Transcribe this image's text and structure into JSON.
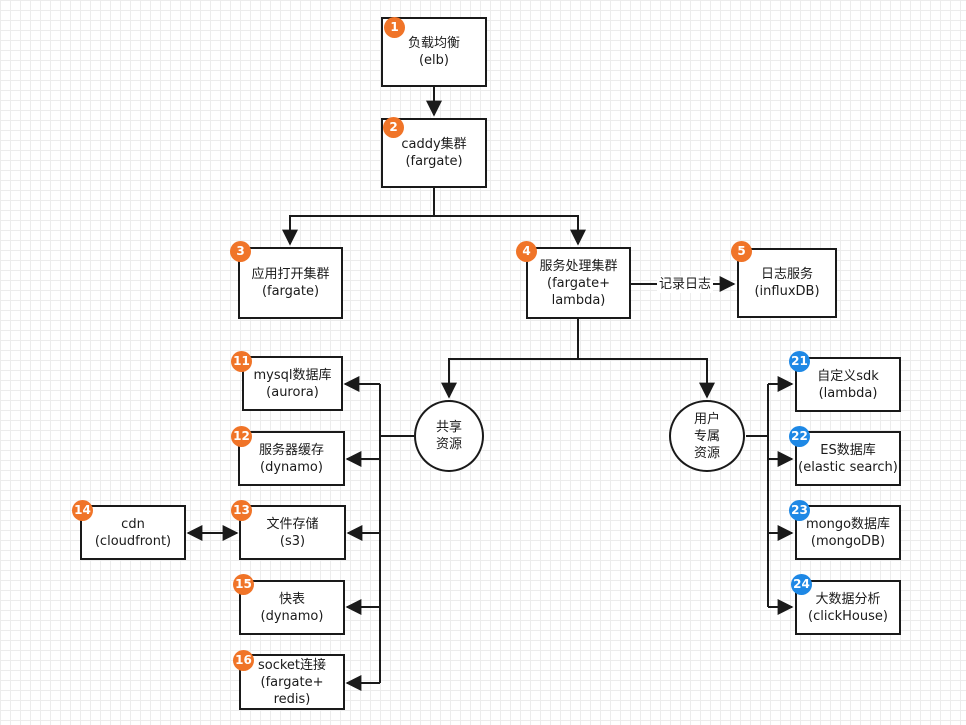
{
  "colors": {
    "badge_orange": "#f07428",
    "badge_blue": "#1e88e5",
    "stroke": "#1a1a1a"
  },
  "nodes": {
    "elb": {
      "badge": "1",
      "line1": "负载均衡",
      "line2": "(elb)"
    },
    "caddy": {
      "badge": "2",
      "line1": "caddy集群",
      "line2": "(fargate)"
    },
    "app_open": {
      "badge": "3",
      "line1": "应用打开集群",
      "line2": "(fargate)"
    },
    "service": {
      "badge": "4",
      "line1": "服务处理集群",
      "line2": "(fargate+",
      "line3": "lambda)"
    },
    "log": {
      "badge": "5",
      "line1": "日志服务",
      "line2": "(influxDB)"
    },
    "shared": {
      "line1": "共享",
      "line2": "资源"
    },
    "exclusive": {
      "line1": "用户",
      "line2": "专属",
      "line3": "资源"
    },
    "mysql": {
      "badge": "11",
      "line1": "mysql数据库",
      "line2": "(aurora)"
    },
    "cache": {
      "badge": "12",
      "line1": "服务器缓存",
      "line2": "(dynamo)"
    },
    "files": {
      "badge": "13",
      "line1": "文件存储",
      "line2": "(s3)"
    },
    "cdn": {
      "badge": "14",
      "line1": "cdn",
      "line2": "(cloudfront)"
    },
    "quick": {
      "badge": "15",
      "line1": "快表",
      "line2": "(dynamo)"
    },
    "socket": {
      "badge": "16",
      "line1": "socket连接",
      "line2": "(fargate+",
      "line3": "redis)"
    },
    "sdk": {
      "badge": "21",
      "line1": "自定义sdk",
      "line2": "(lambda)"
    },
    "es": {
      "badge": "22",
      "line1": "ES数据库",
      "line2": "(elastic search)"
    },
    "mongo": {
      "badge": "23",
      "line1": "mongo数据库",
      "line2": "(mongoDB)"
    },
    "bigdata": {
      "badge": "24",
      "line1": "大数据分析",
      "line2": "(clickHouse)"
    }
  },
  "edge_labels": {
    "log_edge": "记录日志"
  }
}
